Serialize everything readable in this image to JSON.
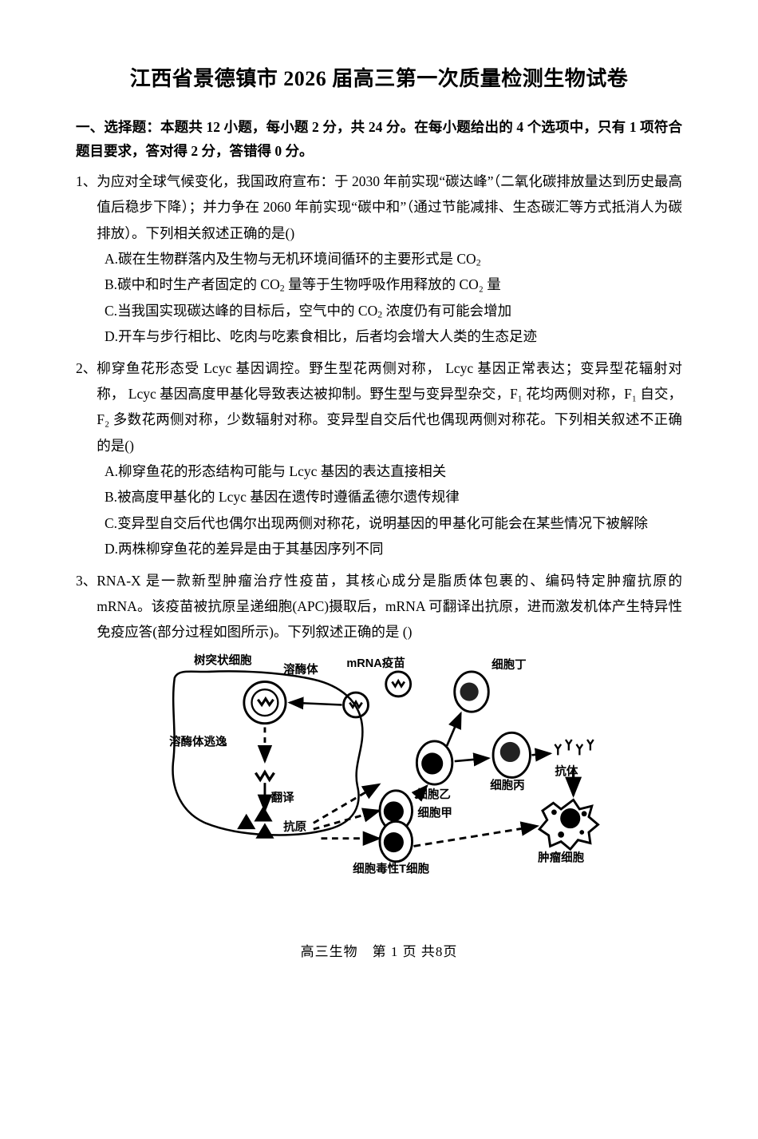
{
  "document": {
    "title": "江西省景德镇市 2026 届高三第一次质量检测生物试卷",
    "footer": "高三生物　第 1 页 共8页"
  },
  "section": {
    "heading": "一、选择题：本题共 12 小题，每小题 2 分，共 24 分。在每小题给出的 4 个选项中，只有 1 项符合题目要求，答对得 2 分，答错得 0 分。"
  },
  "questions": [
    {
      "number": "1、",
      "stem_part1": "为应对全球气候变化，我国政府宣布：于 2030 年前实现“碳达峰”（二氧化碳排放量达到历史最高值后稳步下降）；并力争在 2060 年前实现“碳中和”（通过节能减排、生态碳汇等方式抵消人为碳排放）。下列相关叙述正确的是()",
      "options": [
        {
          "label": "A.",
          "text_pre": "碳在生物群落内及生物与无机环境间循环的主要形式是 CO",
          "sub": "2",
          "text_post": ""
        },
        {
          "label": "B.",
          "text_pre": "碳中和时生产者固定的  CO",
          "sub": "2",
          "text_post": " 量等于生物呼吸作用释放的 CO₂ 量"
        },
        {
          "label": "C.",
          "text_pre": "当我国实现碳达峰的目标后，空气中的 CO",
          "sub": "2",
          "text_post": " 浓度仍有可能会增加"
        },
        {
          "label": "D.",
          "text_pre": "开车与步行相比、吃肉与吃素食相比，后者均会增大人类的生态足迹",
          "sub": "",
          "text_post": ""
        }
      ]
    },
    {
      "number": "2、",
      "stem_part1": "柳穿鱼花形态受 Lcyc 基因调控。野生型花两侧对称， Lcyc 基因正常表达；变异型花辐射对称， Lcyc 基因高度甲基化导致表达被抑制。野生型与变异型杂交，F₁ 花均两侧对称，F₁ 自交，F₂ 多数花两侧对称，少数辐射对称。变异型自交后代也偶现两侧对称花。下列相关叙述不正确的是()",
      "options": [
        {
          "label": "A.",
          "text_pre": "柳穿鱼花的形态结构可能与 Lcyc 基因的表达直接相关",
          "sub": "",
          "text_post": ""
        },
        {
          "label": "B.",
          "text_pre": "被高度甲基化的 Lcyc 基因在遗传时遵循孟德尔遗传规律",
          "sub": "",
          "text_post": ""
        },
        {
          "label": "C.",
          "text_pre": "变异型自交后代也偶尔出现两侧对称花，说明基因的甲基化可能会在某些情况下被解除",
          "sub": "",
          "text_post": ""
        },
        {
          "label": "D.",
          "text_pre": "两株柳穿鱼花的差异是由于其基因序列不同",
          "sub": "",
          "text_post": ""
        }
      ]
    },
    {
      "number": "3、",
      "stem_part1": "RNA-X 是一款新型肿瘤治疗性疫苗，其核心成分是脂质体包裹的、编码特定肿瘤抗原的 mRNA。该疫苗被抗原呈递细胞(APC)摄取后，mRNA 可翻译出抗原，进而激发机体产生特异性免疫应答(部分过程如图所示)。下列叙述正确的是 ()",
      "options": []
    }
  ],
  "figure": {
    "labels": {
      "dendritic_cell": "树突状细胞",
      "lysosome": "溶酶体",
      "lysosome_escape": "溶酶体逃逸",
      "translation": "翻译",
      "antigen": "抗原",
      "mrna_vaccine": "mRNA疫苗",
      "cell_ding": "细胞丁",
      "cell_yi": "细胞乙",
      "cell_bing": "细胞丙",
      "antibody": "抗体",
      "cell_jia": "细胞甲",
      "cytotoxic_t_cell": "细胞毒性T细胞",
      "tumor_cell": "肿瘤细胞"
    }
  }
}
